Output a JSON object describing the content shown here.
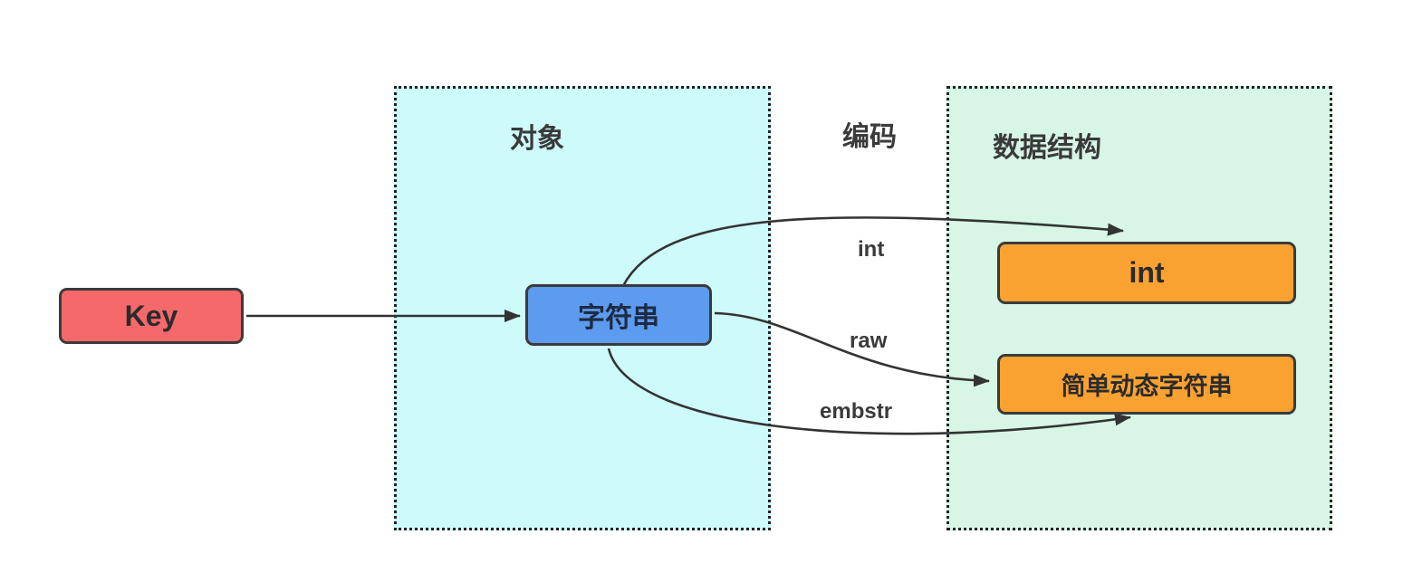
{
  "diagram": {
    "key_node": {
      "label": "Key"
    },
    "object_group": {
      "title": "对象",
      "string_node": {
        "label": "字符串"
      }
    },
    "encoding_title": "编码",
    "structure_group": {
      "title": "数据结构",
      "int_node": {
        "label": "int"
      },
      "sds_node": {
        "label": "简单动态字符串"
      }
    },
    "edges": [
      {
        "label": "int",
        "from": "字符串",
        "to": "int"
      },
      {
        "label": "raw",
        "from": "字符串",
        "to": "简单动态字符串"
      },
      {
        "label": "embstr",
        "from": "字符串",
        "to": "简单动态字符串"
      }
    ],
    "colors": {
      "key_fill": "#f5696b",
      "string_fill": "#5c9bee",
      "struct_fill": "#f9a232",
      "object_bg": "#cdfbfa",
      "structure_bg": "#d7f6e6",
      "stroke": "#333333"
    }
  }
}
